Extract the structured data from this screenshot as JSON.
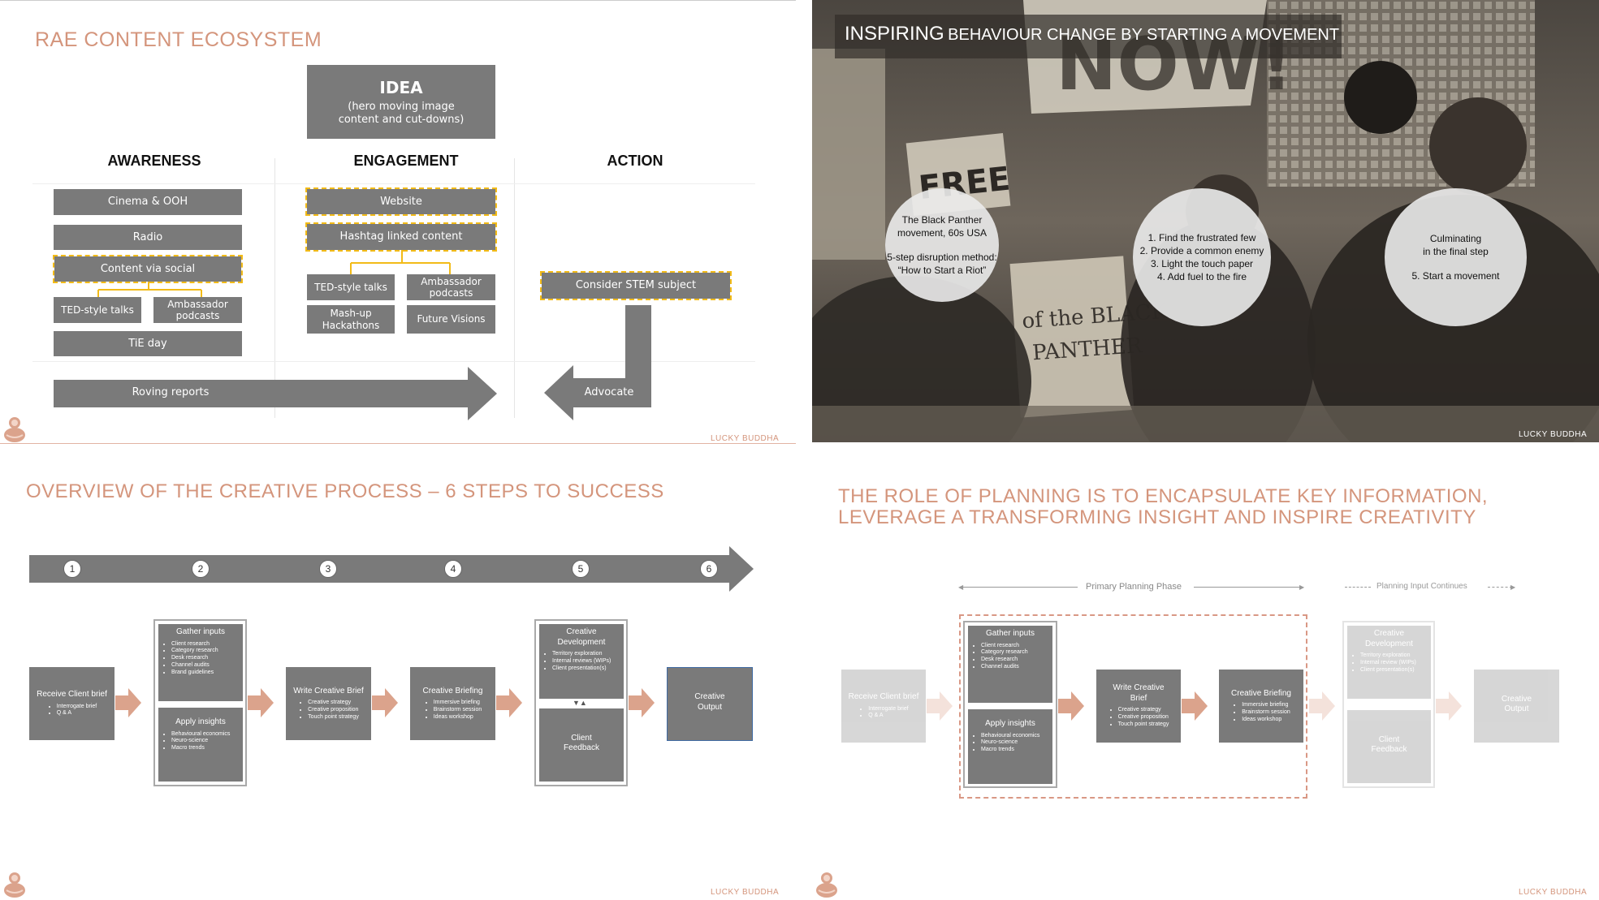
{
  "slide1": {
    "title": "RAE CONTENT ECOSYSTEM",
    "idea": {
      "title": "IDEA",
      "subtitle": "(hero moving image content and cut-downs)"
    },
    "sections": {
      "awareness": "AWARENESS",
      "engagement": "ENGAGEMENT",
      "action": "ACTION"
    },
    "awareness_items": {
      "cinema": "Cinema & OOH",
      "radio": "Radio",
      "social": "Content via social",
      "ted": "TED-style talks",
      "ambassador": "Ambassador podcasts",
      "tie": "TiE day"
    },
    "engagement_items": {
      "website": "Website",
      "hashtag": "Hashtag linked content",
      "ted": "TED-style talks",
      "ambassador": "Ambassador podcasts",
      "mashup": "Mash-up Hackathons",
      "future": "Future Visions"
    },
    "action_items": {
      "stem": "Consider STEM subject"
    },
    "arrows": {
      "roving": "Roving reports",
      "advocate": "Advocate"
    },
    "footer": "LUCKY BUDDHA"
  },
  "slide2": {
    "title_big": "INSPIRING",
    "title_rest": "BEHAVIOUR CHANGE BY STARTING A MOVEMENT",
    "circle1": {
      "line1": "The Black Panther",
      "line2": "movement, 60s USA",
      "line3": "5-step disruption method:",
      "line4": "“How to Start a Riot”"
    },
    "circle2": {
      "line1": "1. Find the frustrated few",
      "line2": "2. Provide a common enemy",
      "line3": "3. Light the touch paper",
      "line4": "4. Add fuel to the fire"
    },
    "circle3": {
      "line1": "Culminating",
      "line2": "in the final step",
      "line3": "5. Start a movement"
    },
    "footer": "LUCKY BUDDHA"
  },
  "slide3": {
    "title": "OVERVIEW OF THE CREATIVE PROCESS – 6 STEPS TO SUCCESS",
    "numbers": [
      "1",
      "2",
      "3",
      "4",
      "5",
      "6"
    ],
    "receive": {
      "title": "Receive Client brief",
      "items": [
        "Interrogate brief",
        "Q & A"
      ]
    },
    "gather": {
      "title": "Gather inputs",
      "items": [
        "Client research",
        "Category research",
        "Desk research",
        "Channel audits",
        "Brand guidelines"
      ]
    },
    "apply": {
      "title": "Apply insights",
      "items": [
        "Behavioural economics",
        "Neuro-science",
        "Macro trends"
      ]
    },
    "write": {
      "title": "Write Creative Brief",
      "items": [
        "Creative strategy",
        "Creative proposition",
        "Touch point strategy"
      ]
    },
    "briefing": {
      "title": "Creative Briefing",
      "items": [
        "Immersive briefing",
        "Brainstorm session",
        "Ideas workshop"
      ]
    },
    "development": {
      "title": "Creative Development",
      "items": [
        "Territory exploration",
        "Internal reviews (WIPs)",
        "Client presentation(s)"
      ]
    },
    "feedback": {
      "title": "Client Feedback"
    },
    "output": {
      "title": "Creative Output"
    },
    "footer": "LUCKY BUDDHA"
  },
  "slide4": {
    "title_line1": "THE ROLE OF PLANNING IS TO ENCAPSULATE KEY INFORMATION,",
    "title_line2": "LEVERAGE A TRANSFORMING INSIGHT AND INSPIRE CREATIVITY",
    "phase_primary": "Primary Planning Phase",
    "phase_continues": "Planning Input Continues",
    "receive": {
      "title": "Receive Client brief",
      "items": [
        "Interrogate brief",
        "Q & A"
      ]
    },
    "gather": {
      "title": "Gather inputs",
      "items": [
        "Client research",
        "Category research",
        "Desk research",
        "Channel audits"
      ]
    },
    "apply": {
      "title": "Apply insights",
      "items": [
        "Behavioural economics",
        "Neuro-science",
        "Macro trends"
      ]
    },
    "write": {
      "title": "Write Creative Brief",
      "items": [
        "Creative strategy",
        "Creative proposition",
        "Touch point strategy"
      ]
    },
    "briefing": {
      "title": "Creative Briefing",
      "items": [
        "Immersive briefing",
        "Brainstorm session",
        "Ideas workshop"
      ]
    },
    "development": {
      "title": "Creative Development",
      "items": [
        "Territory exploration",
        "Internal review (WIPs)",
        "Client presentation(s)"
      ]
    },
    "feedback": {
      "title": "Client Feedback"
    },
    "output": {
      "title": "Creative Output"
    },
    "footer": "LUCKY BUDDHA"
  },
  "colors": {
    "accent": "#d4957c",
    "box": "#7a7a7a",
    "highlight": "#f2bb18",
    "arrow": "#dba38c"
  }
}
